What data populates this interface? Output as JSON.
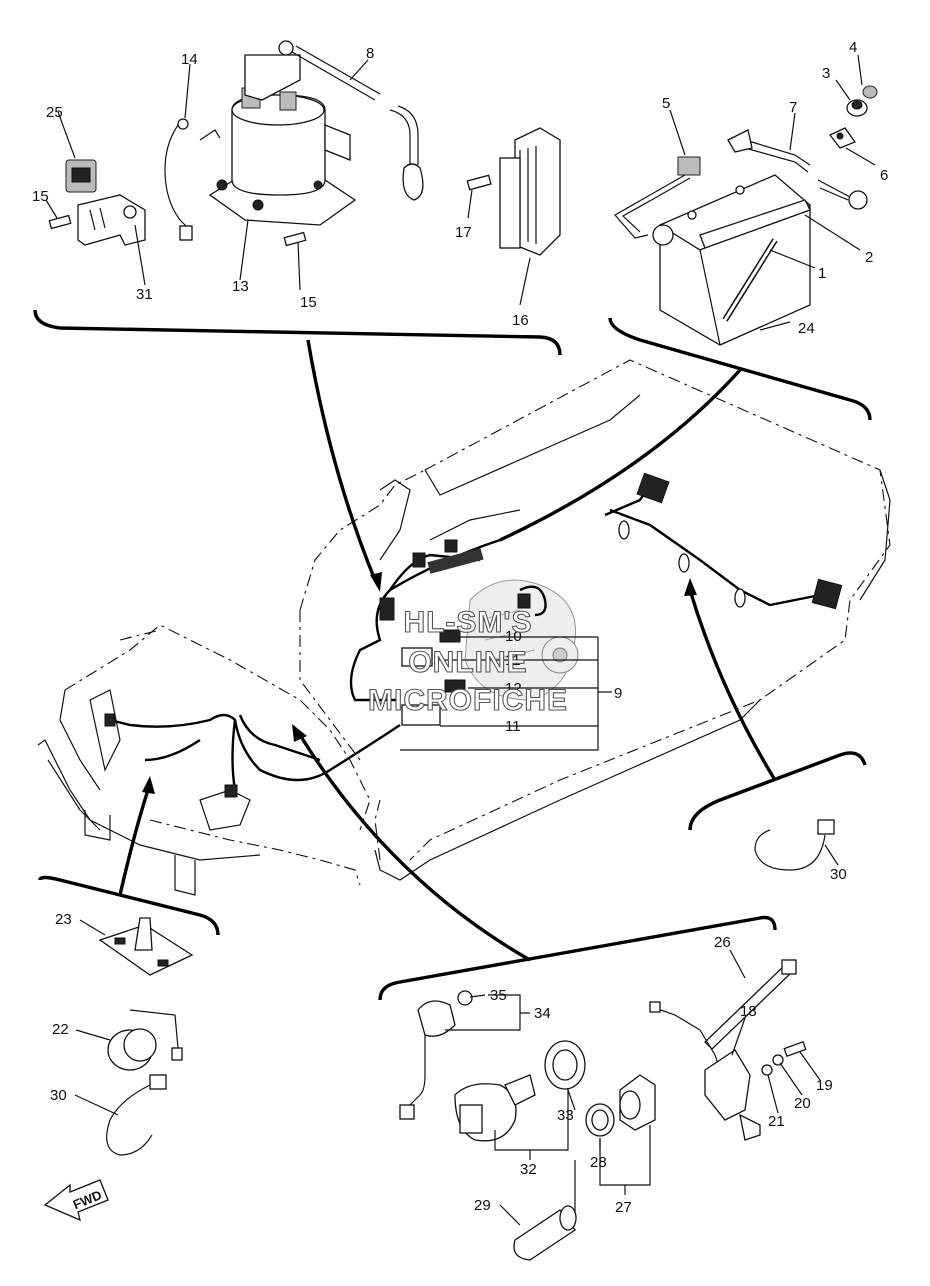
{
  "diagram": {
    "watermark": [
      "HL-SM'S",
      "ONLINE",
      "MICROFICHE"
    ],
    "fwd_label": "FWD",
    "callouts": {
      "c1": "1",
      "c2": "2",
      "c3": "3",
      "c4": "4",
      "c5": "5",
      "c6": "6",
      "c7": "7",
      "c8": "8",
      "c9": "9",
      "c10": "10",
      "c11a": "11",
      "c11b": "11",
      "c12": "12",
      "c13": "13",
      "c14": "14",
      "c15a": "15",
      "c15b": "15",
      "c16": "16",
      "c17": "17",
      "c18": "18",
      "c19": "19",
      "c20": "20",
      "c21": "21",
      "c22": "22",
      "c23": "23",
      "c24": "24",
      "c25": "25",
      "c26": "26",
      "c27": "27",
      "c28": "28",
      "c29": "29",
      "c30a": "30",
      "c30b": "30",
      "c31": "31",
      "c32": "32",
      "c33": "33",
      "c34": "34",
      "c35": "35"
    }
  }
}
